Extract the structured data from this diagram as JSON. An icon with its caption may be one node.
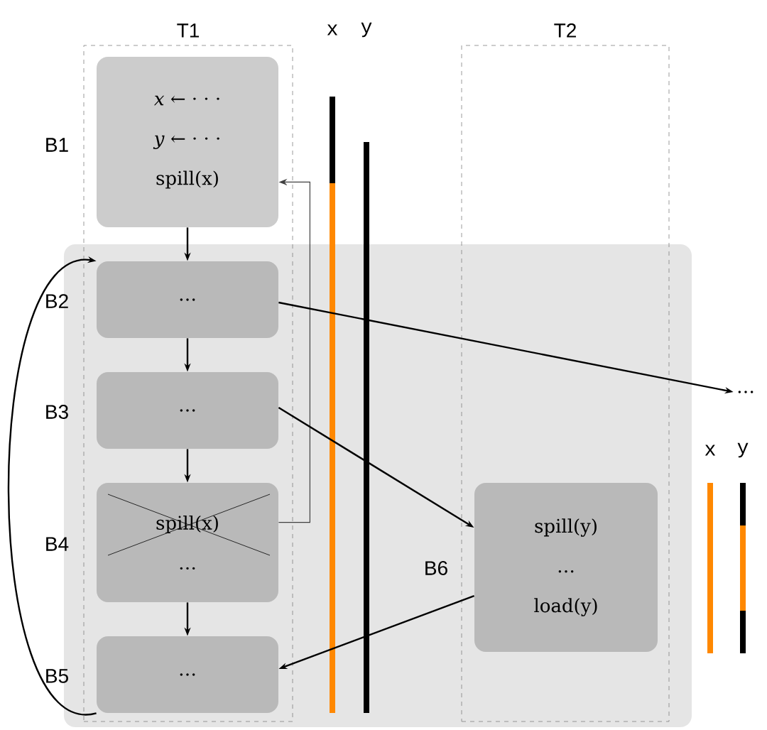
{
  "diagram": {
    "nodes": [
      {
        "text": [
          "T1"
        ]
      },
      {
        "text": [
          "T2"
        ]
      },
      {
        "text": [
          "*x* ← · · ·",
          "*y* ← · · ·",
          "spill(x)"
        ],
        "in": 0,
        "beside": [
          "B1"
        ]
      },
      {
        "text": [
          "…"
        ],
        "in": 0,
        "beside": [
          "B2"
        ]
      },
      {
        "text": [
          "…"
        ],
        "in": 0,
        "beside": [
          "B3"
        ]
      },
      {
        "text": [
          "spill(x)",
          "…"
        ],
        "in": 0,
        "beside": [
          "B4"
        ]
      },
      {
        "text": [
          "…"
        ],
        "in": 0,
        "beside": [
          "B5"
        ]
      },
      {
        "text": [
          "spill(y)",
          "…",
          "load(y)"
        ],
        "in": 1,
        "beside": [
          "B6"
        ]
      },
      {
        "text": [
          "…"
        ]
      }
    ],
    "edges": [
      {
        "from": 2,
        "to": 3,
        "arrow": "to"
      },
      {
        "from": 3,
        "to": 4,
        "arrow": "to"
      },
      {
        "from": 4,
        "to": 5,
        "arrow": "to"
      },
      {
        "from": 5,
        "to": 6,
        "arrow": "to"
      },
      {
        "from": 6,
        "to": 3,
        "arrow": "to"
      },
      {
        "from": 5,
        "to": 2,
        "arrow": "to",
        "color": "#404040"
      },
      {
        "from": 3,
        "to": 8,
        "arrow": "to"
      },
      {
        "from": 4,
        "to": 7,
        "arrow": "to"
      },
      {
        "from": 7,
        "to": 6,
        "arrow": "to"
      }
    ],
    "labels": [
      "x",
      "y",
      "x",
      "y"
    ]
  }
}
